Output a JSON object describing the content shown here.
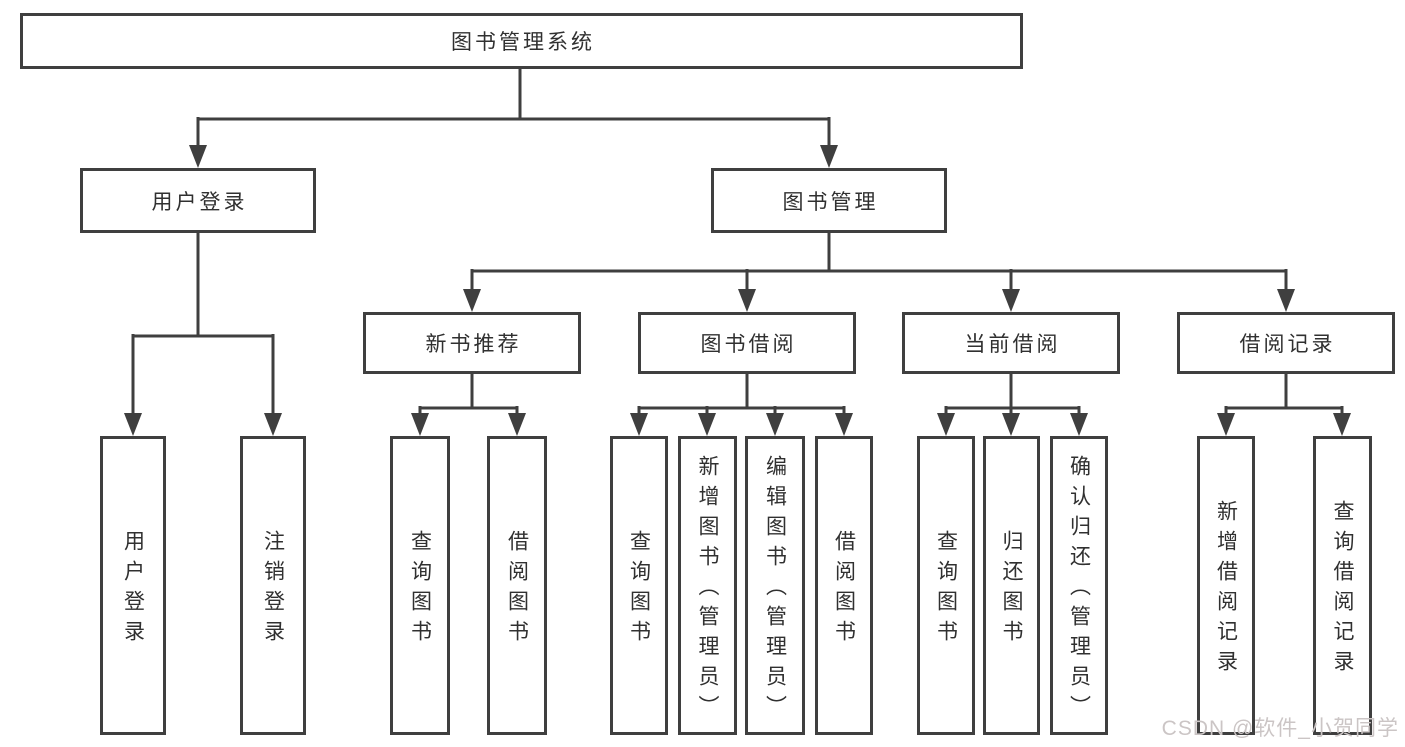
{
  "diagram": {
    "title": "图书管理系统",
    "level2": [
      {
        "label": "用户登录"
      },
      {
        "label": "图书管理"
      }
    ],
    "level3": [
      {
        "label": "新书推荐"
      },
      {
        "label": "图书借阅"
      },
      {
        "label": "当前借阅"
      },
      {
        "label": "借阅记录"
      }
    ],
    "leaves": {
      "user_login": [
        {
          "label": "用户登录"
        },
        {
          "label": "注销登录"
        }
      ],
      "new_book": [
        {
          "label": "查询图书"
        },
        {
          "label": "借阅图书"
        }
      ],
      "book_borrow": [
        {
          "label": "查询图书"
        },
        {
          "label": "新增图书（管理员）"
        },
        {
          "label": "编辑图书（管理员）"
        },
        {
          "label": "借阅图书"
        }
      ],
      "current_borrow": [
        {
          "label": "查询图书"
        },
        {
          "label": "归还图书"
        },
        {
          "label": "确认归还（管理员）"
        }
      ],
      "borrow_record": [
        {
          "label": "新增借阅记录"
        },
        {
          "label": "查询借阅记录"
        }
      ]
    }
  },
  "watermark": "CSDN @软件_小贺同学",
  "colors": {
    "line": "#3f3f3f",
    "text": "#303030",
    "background": "#ffffff",
    "watermark": "#cbc5c5"
  }
}
